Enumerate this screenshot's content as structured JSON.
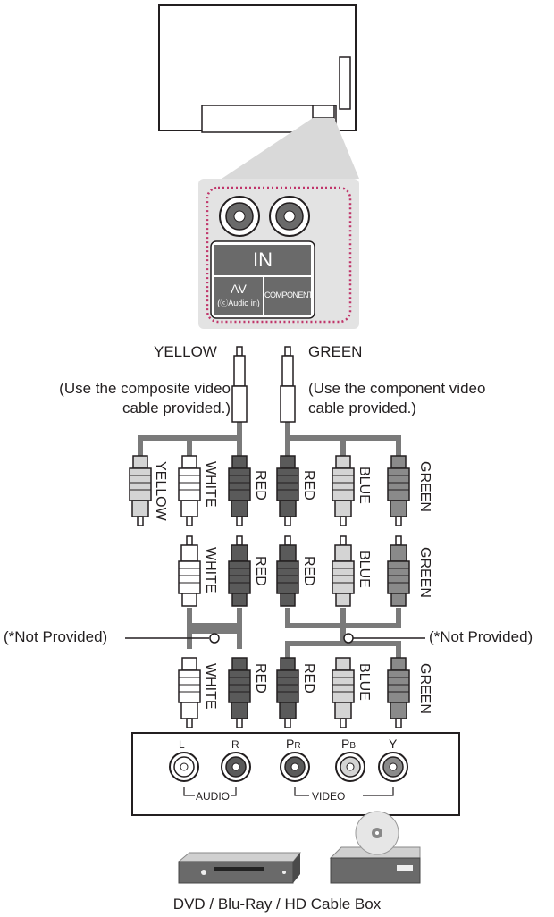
{
  "panel": {
    "in_label": "IN",
    "av_label": "AV",
    "av_sublabel": "(ⓒAudio in)",
    "component_label": "COMPONENT"
  },
  "left_plug": {
    "color_label": "YELLOW",
    "note": [
      "(Use the composite video",
      "cable provided.)"
    ]
  },
  "right_plug": {
    "color_label": "GREEN",
    "note": [
      "(Use the component video",
      "cable provided.)"
    ]
  },
  "tv_side_connectors": {
    "left": [
      "YELLOW",
      "WHITE",
      "RED"
    ],
    "right": [
      "RED",
      "BLUE",
      "GREEN"
    ]
  },
  "middle_connectors": {
    "left": [
      "WHITE",
      "RED"
    ],
    "right": [
      "RED",
      "BLUE",
      "GREEN"
    ]
  },
  "not_provided": {
    "left": "(*Not Provided)",
    "right": "(*Not Provided)"
  },
  "device_connectors": {
    "left": [
      "WHITE",
      "RED"
    ],
    "right": [
      "RED",
      "BLUE",
      "GREEN"
    ]
  },
  "jack_panel": {
    "jacks": [
      "L",
      "R",
      "P",
      "P",
      "Y"
    ],
    "jack_subscripts": [
      "",
      "",
      "R",
      "B",
      ""
    ],
    "audio_label": "AUDIO",
    "video_label": "VIDEO"
  },
  "caption": "DVD / Blu-Ray / HD Cable Box",
  "colors": {
    "dark": "#5a5a5a",
    "mid": "#8a8a8a",
    "light": "#d4d4d4",
    "white": "#ffffff",
    "panel_bg": "#e5e5e5",
    "accent_dots": "#c0356a"
  }
}
